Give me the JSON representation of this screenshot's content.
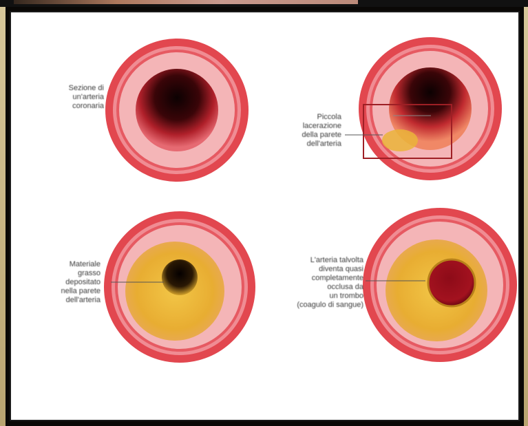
{
  "labels": {
    "healthy": "Sezione di\nun'arteria\ncoronaria",
    "lesion": "Piccola\nlacerazione\ndella parete\ndell'arteria",
    "fatty": "Materiale\ngrasso\ndepositato\nnella parete\ndell'arteria",
    "occluded": "L'arteria talvolta\ndiventa quasi\ncompletamente\nocclusa da\nun trombo\n(coagulo di sangue)"
  },
  "colors": {
    "outer_wall": "#e2474f",
    "wall_ring": "#f08c93",
    "inner_layer": "#f4b5b7",
    "lumen_dark": "#1a0506",
    "plaque": "#eab43a",
    "thrombus": "#9e1020"
  }
}
